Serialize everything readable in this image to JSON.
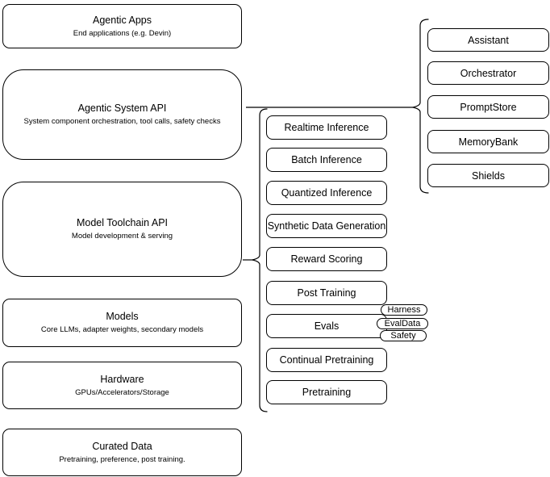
{
  "left": {
    "boxes": [
      {
        "title": "Agentic Apps",
        "subtitle": "End applications (e.g. Devin)"
      },
      {
        "title": "Agentic System API",
        "subtitle": "System component orchestration, tool calls, safety checks"
      },
      {
        "title": "Model Toolchain API",
        "subtitle": "Model development & serving"
      },
      {
        "title": "Models",
        "subtitle": "Core LLMs, adapter weights, secondary models"
      },
      {
        "title": "Hardware",
        "subtitle": "GPUs/Accelerators/Storage"
      },
      {
        "title": "Curated Data",
        "subtitle": "Pretraining, preference, post training."
      }
    ]
  },
  "middle": {
    "bracket_items": [
      {
        "label": "Realtime Inference"
      },
      {
        "label": "Batch Inference"
      },
      {
        "label": "Quantized Inference"
      },
      {
        "label": "Synthetic Data Generation"
      },
      {
        "label": "Reward Scoring"
      },
      {
        "label": "Post Training"
      },
      {
        "label": "Evals"
      },
      {
        "label": "Continual Pretraining"
      },
      {
        "label": "Pretraining"
      }
    ],
    "evals_tags": [
      {
        "label": "Harness"
      },
      {
        "label": "EvalData"
      },
      {
        "label": "Safety"
      }
    ]
  },
  "right": {
    "bracket_items": [
      {
        "label": "Assistant"
      },
      {
        "label": "Orchestrator"
      },
      {
        "label": "PromptStore"
      },
      {
        "label": "MemoryBank"
      },
      {
        "label": "Shields"
      }
    ]
  },
  "colors": {
    "stroke": "#000000",
    "fill": "#ffffff",
    "text": "#000000",
    "canvas_background": "#ffffff"
  }
}
